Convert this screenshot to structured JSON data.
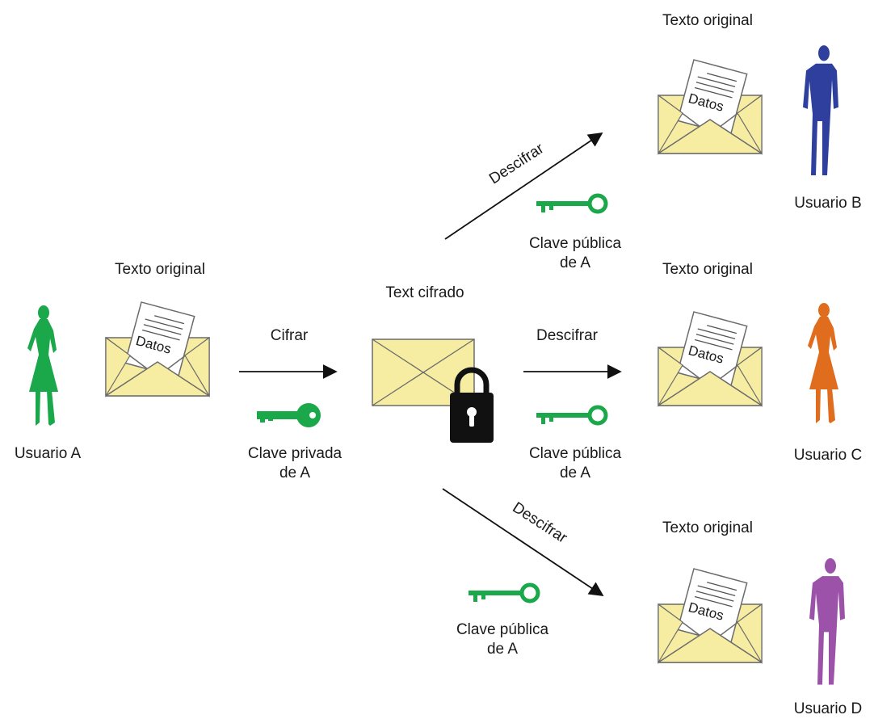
{
  "users": {
    "a": "Usuario A",
    "b": "Usuario B",
    "c": "Usuario C",
    "d": "Usuario D"
  },
  "labels": {
    "plaintext": "Texto original",
    "ciphertext": "Text cifrado",
    "encrypt": "Cifrar",
    "decrypt": "Descifrar",
    "private_key": "Clave privada\nde A",
    "public_key": "Clave pública\nde A",
    "datos": "Datos"
  },
  "colors": {
    "user_a": "#1aa84a",
    "user_b": "#2e3f9e",
    "user_c": "#e06c1e",
    "user_d": "#9b52a8",
    "key": "#1aa84a",
    "envelope_fill": "#f6eda2",
    "lock": "#111111"
  }
}
